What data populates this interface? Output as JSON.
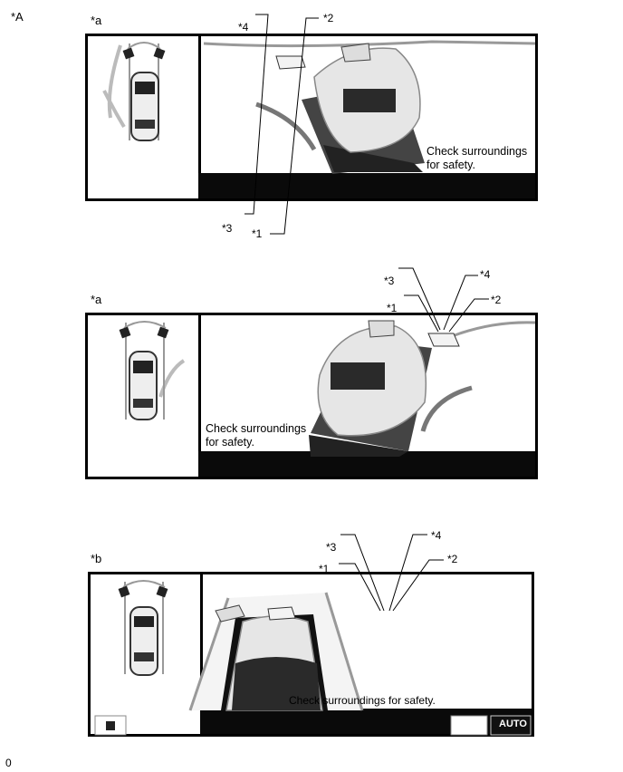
{
  "figure_label": "*A",
  "figure_number": "0",
  "panels": [
    {
      "view_label": "*a",
      "message": [
        "Check surroundings",
        "for safety."
      ],
      "callouts": [
        "*1",
        "*2",
        "*3",
        "*4"
      ]
    },
    {
      "view_label": "*a",
      "message": [
        "Check surroundings",
        "for safety."
      ],
      "callouts": [
        "*1",
        "*2",
        "*3",
        "*4"
      ]
    },
    {
      "view_label": "*b",
      "message": [
        "Check surroundings for safety."
      ],
      "callouts": [
        "*1",
        "*2",
        "*3",
        "*4"
      ],
      "buttons": {
        "auto_label": "AUTO"
      }
    }
  ]
}
